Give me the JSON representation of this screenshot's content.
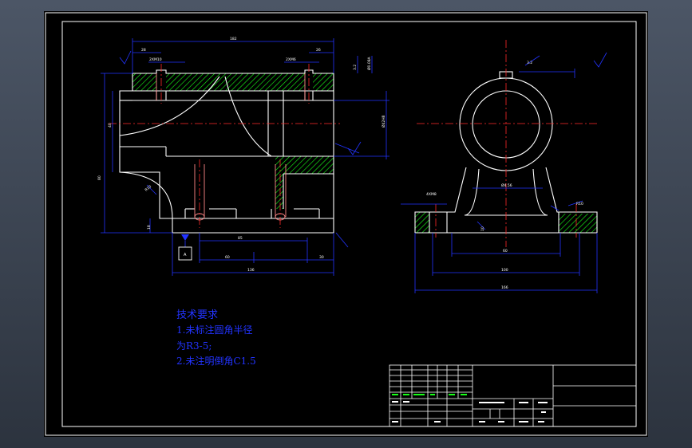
{
  "technical_requirements": {
    "heading": "技术要求",
    "item1_line1": "1.未标注圆角半径",
    "item1_line2": "为R3-5;",
    "item2": "2.未注明倒角C1.5"
  },
  "front_view": {
    "datum_label": "A"
  },
  "colors": {
    "background": "#000000",
    "border": "#ffffff",
    "outline": "#ffffff",
    "dimension": "#2233ff",
    "centerline": "#ff2a2a",
    "hatch": "#18ff18",
    "hidden": "#ff2a2a",
    "hole_line": "#ff8888",
    "text": "#2233ff",
    "title_block": "#ffffff"
  }
}
